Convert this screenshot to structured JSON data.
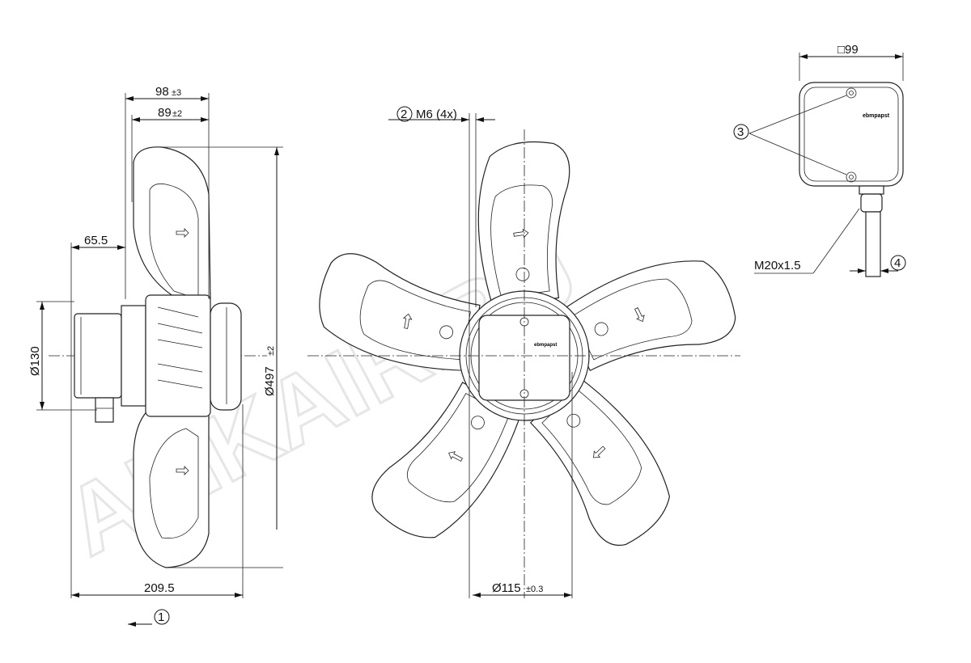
{
  "drawing": {
    "side_view": {
      "dim_overall_depth": {
        "value": "98",
        "tol": "±3"
      },
      "dim_blade_depth": {
        "value": "89",
        "tol": "±2"
      },
      "dim_hub_offset": "65.5",
      "dim_motor_dia": "Ø130",
      "dim_fan_dia": {
        "value": "Ø497",
        "tol": "±2"
      },
      "dim_total_length": "209.5",
      "airflow_callout": "1"
    },
    "front_view": {
      "mount_callout": "2",
      "mount_label": "M6 (4x)",
      "dim_bolt_circle": {
        "value": "Ø115",
        "tol": "±0.3"
      },
      "blade_count": 5
    },
    "terminal_box": {
      "dim_size": "□99",
      "screw_callout": "3",
      "gland_label": "M20x1.5",
      "cable_callout": "4",
      "logo": "ebmpapst"
    },
    "watermark": "ALIKAIR.RU"
  }
}
